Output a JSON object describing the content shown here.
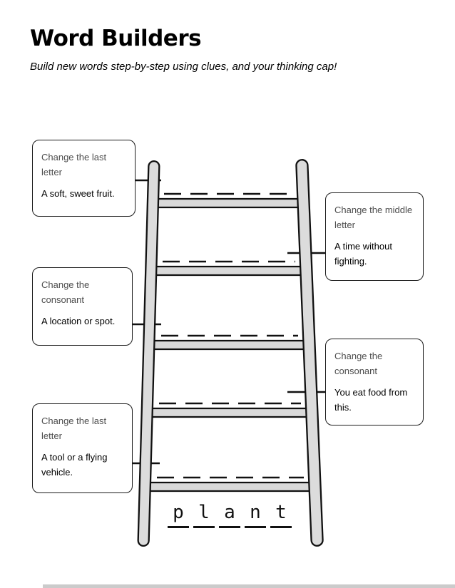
{
  "page": {
    "title": "Word Builders",
    "subtitle": "Build new words step-by-step using clues, and your thinking cap!"
  },
  "colors": {
    "ink": "#111111",
    "ladder_fill": "#d9d9d9",
    "paper": "#ffffff"
  },
  "ladder": {
    "rung_count": 5,
    "start_word": "plant"
  },
  "start_word": {
    "letters": [
      "p",
      "l",
      "a",
      "n",
      "t"
    ]
  },
  "clues": [
    {
      "position": "left",
      "connects_to_rung": 1,
      "instruction": "Change the last letter",
      "clue": "A soft, sweet fruit."
    },
    {
      "position": "right",
      "connects_to_rung": 2,
      "instruction": "Change the middle letter",
      "clue": "A time without fighting."
    },
    {
      "position": "left",
      "connects_to_rung": 3,
      "instruction": "Change the consonant",
      "clue": "A location or spot."
    },
    {
      "position": "right",
      "connects_to_rung": 4,
      "instruction": "Change the consonant",
      "clue": "You eat food from this."
    },
    {
      "position": "left",
      "connects_to_rung": 5,
      "instruction": "Change the last letter",
      "clue": "A tool or a flying vehicle."
    }
  ]
}
